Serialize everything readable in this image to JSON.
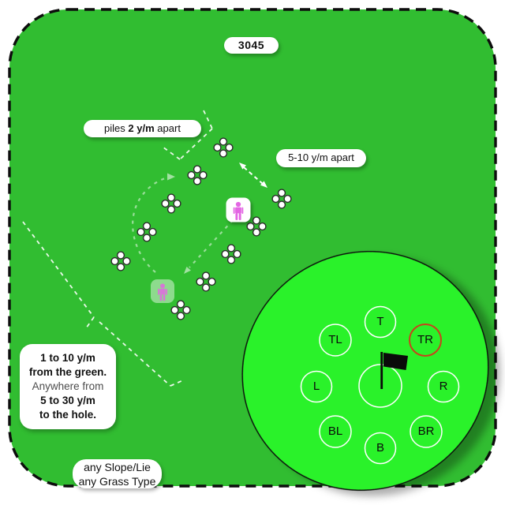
{
  "title_badge": "3045",
  "colors": {
    "field_green": "#31bd31",
    "green_ellipse": "#2bf22b",
    "person_pink": "#e366e3",
    "highlight_ring": "#c8431c",
    "circle_stroke": "#ffffff"
  },
  "labels": {
    "piles_prefix": "piles",
    "piles_bold": "2 y/m",
    "piles_suffix": "apart",
    "spacing": "5-10 y/m apart"
  },
  "info_box": {
    "lines": [
      "1 to 10 y/m",
      "from the green.",
      "Anywhere from",
      "5 to 30 y/m",
      "to the hole."
    ]
  },
  "conditions": {
    "line1": "any Slope/Lie",
    "line2": "any Grass Type"
  },
  "green": {
    "positions": [
      {
        "label": "T",
        "highlighted": false
      },
      {
        "label": "TL",
        "highlighted": false
      },
      {
        "label": "TR",
        "highlighted": true
      },
      {
        "label": "L",
        "highlighted": false
      },
      {
        "label": "R",
        "highlighted": false
      },
      {
        "label": "BL",
        "highlighted": false
      },
      {
        "label": "BR",
        "highlighted": false
      },
      {
        "label": "B",
        "highlighted": false
      }
    ]
  },
  "drill": {
    "ball_piles": 10,
    "balls_per_pile": 4,
    "players": 2
  }
}
